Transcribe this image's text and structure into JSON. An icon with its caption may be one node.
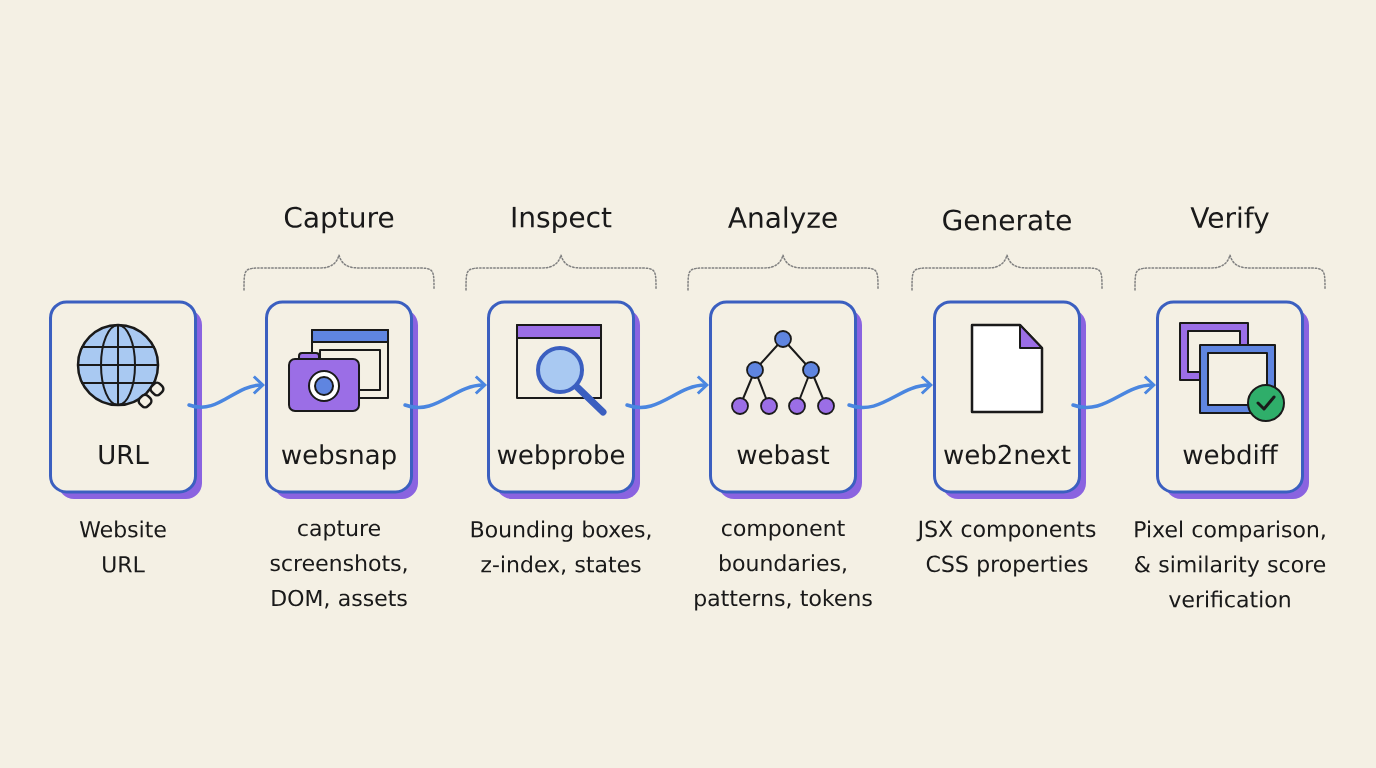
{
  "diagram": {
    "nodes": [
      {
        "text": [
          "URL"
        ],
        "beside": [
          "Website URL"
        ]
      },
      {
        "text": [
          "websnap"
        ],
        "beside": [
          "capture screenshots, DOM, assets"
        ]
      },
      {
        "text": [
          "webprobe"
        ],
        "beside": [
          "Bounding boxes, z-index, states"
        ]
      },
      {
        "text": [
          "webast"
        ],
        "beside": [
          "component boundaries, patterns, tokens"
        ]
      },
      {
        "text": [
          "web2next"
        ],
        "beside": [
          "JSX components CSS properties"
        ]
      },
      {
        "text": [
          "webdiff"
        ],
        "beside": [
          "Pixel comparison, & similarity score verification"
        ]
      }
    ],
    "edges": [
      {
        "from": 0,
        "to": 1,
        "arrow": "to",
        "color": "#4a86e0"
      },
      {
        "from": 1,
        "to": 2,
        "arrow": "to",
        "color": "#4a86e0"
      },
      {
        "from": 2,
        "to": 3,
        "arrow": "to",
        "color": "#4a86e0"
      },
      {
        "from": 3,
        "to": 4,
        "arrow": "to",
        "color": "#4a86e0"
      },
      {
        "from": 4,
        "to": 5,
        "arrow": "to",
        "color": "#4a86e0"
      }
    ],
    "labels": [
      "Capture",
      "Inspect",
      "Analyze",
      "Generate",
      "Verify"
    ]
  }
}
